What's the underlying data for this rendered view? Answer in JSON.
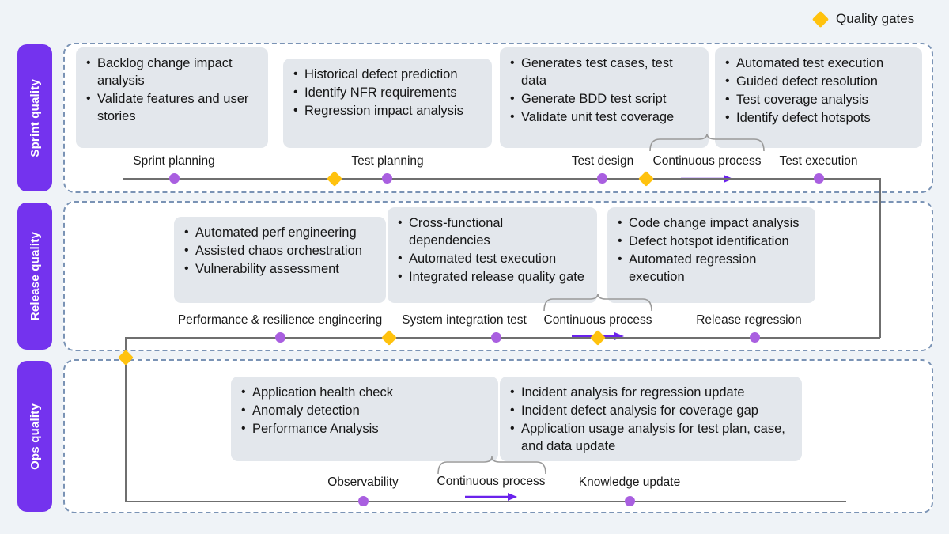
{
  "legend": {
    "icon": "diamond-icon",
    "label": "Quality gates",
    "color": "#ffc20e"
  },
  "colors": {
    "background": "#eff3f7",
    "row_border": "#7a93b5",
    "side_label": "#7433ee",
    "card": "#e3e7ec",
    "timeline": "#6f6f6f",
    "milestone_dot": "#a95fe0",
    "quality_gate": "#ffc20e",
    "arrow": "#6a22ec"
  },
  "rows": [
    {
      "id": "sprint-quality",
      "label": "Sprint quality",
      "cards": [
        {
          "items": [
            "Backlog change impact analysis",
            "Validate features and user stories"
          ]
        },
        {
          "items": [
            "Historical defect prediction",
            "Identify NFR requirements",
            "Regression impact analysis"
          ]
        },
        {
          "items": [
            "Generates test cases, test data",
            "Generate BDD test script",
            "Validate unit test coverage"
          ]
        },
        {
          "items": [
            "Automated test execution",
            "Guided defect resolution",
            "Test coverage analysis",
            "Identify defect hotspots"
          ]
        }
      ],
      "milestones": [
        {
          "label": "Sprint planning",
          "type": "dot"
        },
        {
          "label": "Test planning",
          "type": "dot"
        },
        {
          "label": "Test design",
          "type": "dot"
        },
        {
          "label": "Test execution",
          "type": "dot"
        }
      ],
      "gates": 2,
      "continuous_process": "Continuous process"
    },
    {
      "id": "release-quality",
      "label": "Release quality",
      "cards": [
        {
          "items": [
            "Automated perf engineering",
            "Assisted chaos orchestration",
            "Vulnerability assessment"
          ]
        },
        {
          "items": [
            "Cross-functional dependencies",
            "Automated test execution",
            "Integrated release quality gate"
          ]
        },
        {
          "items": [
            "Code change impact analysis",
            "Defect hotspot identification",
            "Automated regression execution"
          ]
        }
      ],
      "milestones": [
        {
          "label": "Performance & resilience engineering",
          "type": "dot"
        },
        {
          "label": "System  integration test",
          "type": "dot"
        },
        {
          "label": "Release regression",
          "type": "dot"
        }
      ],
      "gates": 2,
      "continuous_process": "Continuous process"
    },
    {
      "id": "ops-quality",
      "label": "Ops quality",
      "cards": [
        {
          "items": [
            "Application health check",
            "Anomaly detection",
            "Performance Analysis"
          ]
        },
        {
          "items": [
            "Incident analysis for regression update",
            "Incident defect analysis for coverage gap",
            "Application usage analysis for test plan, case, and data update"
          ]
        }
      ],
      "milestones": [
        {
          "label": "Observability",
          "type": "dot"
        },
        {
          "label": "Knowledge update",
          "type": "dot"
        }
      ],
      "gates": 0,
      "continuous_process": "Continuous process"
    }
  ]
}
